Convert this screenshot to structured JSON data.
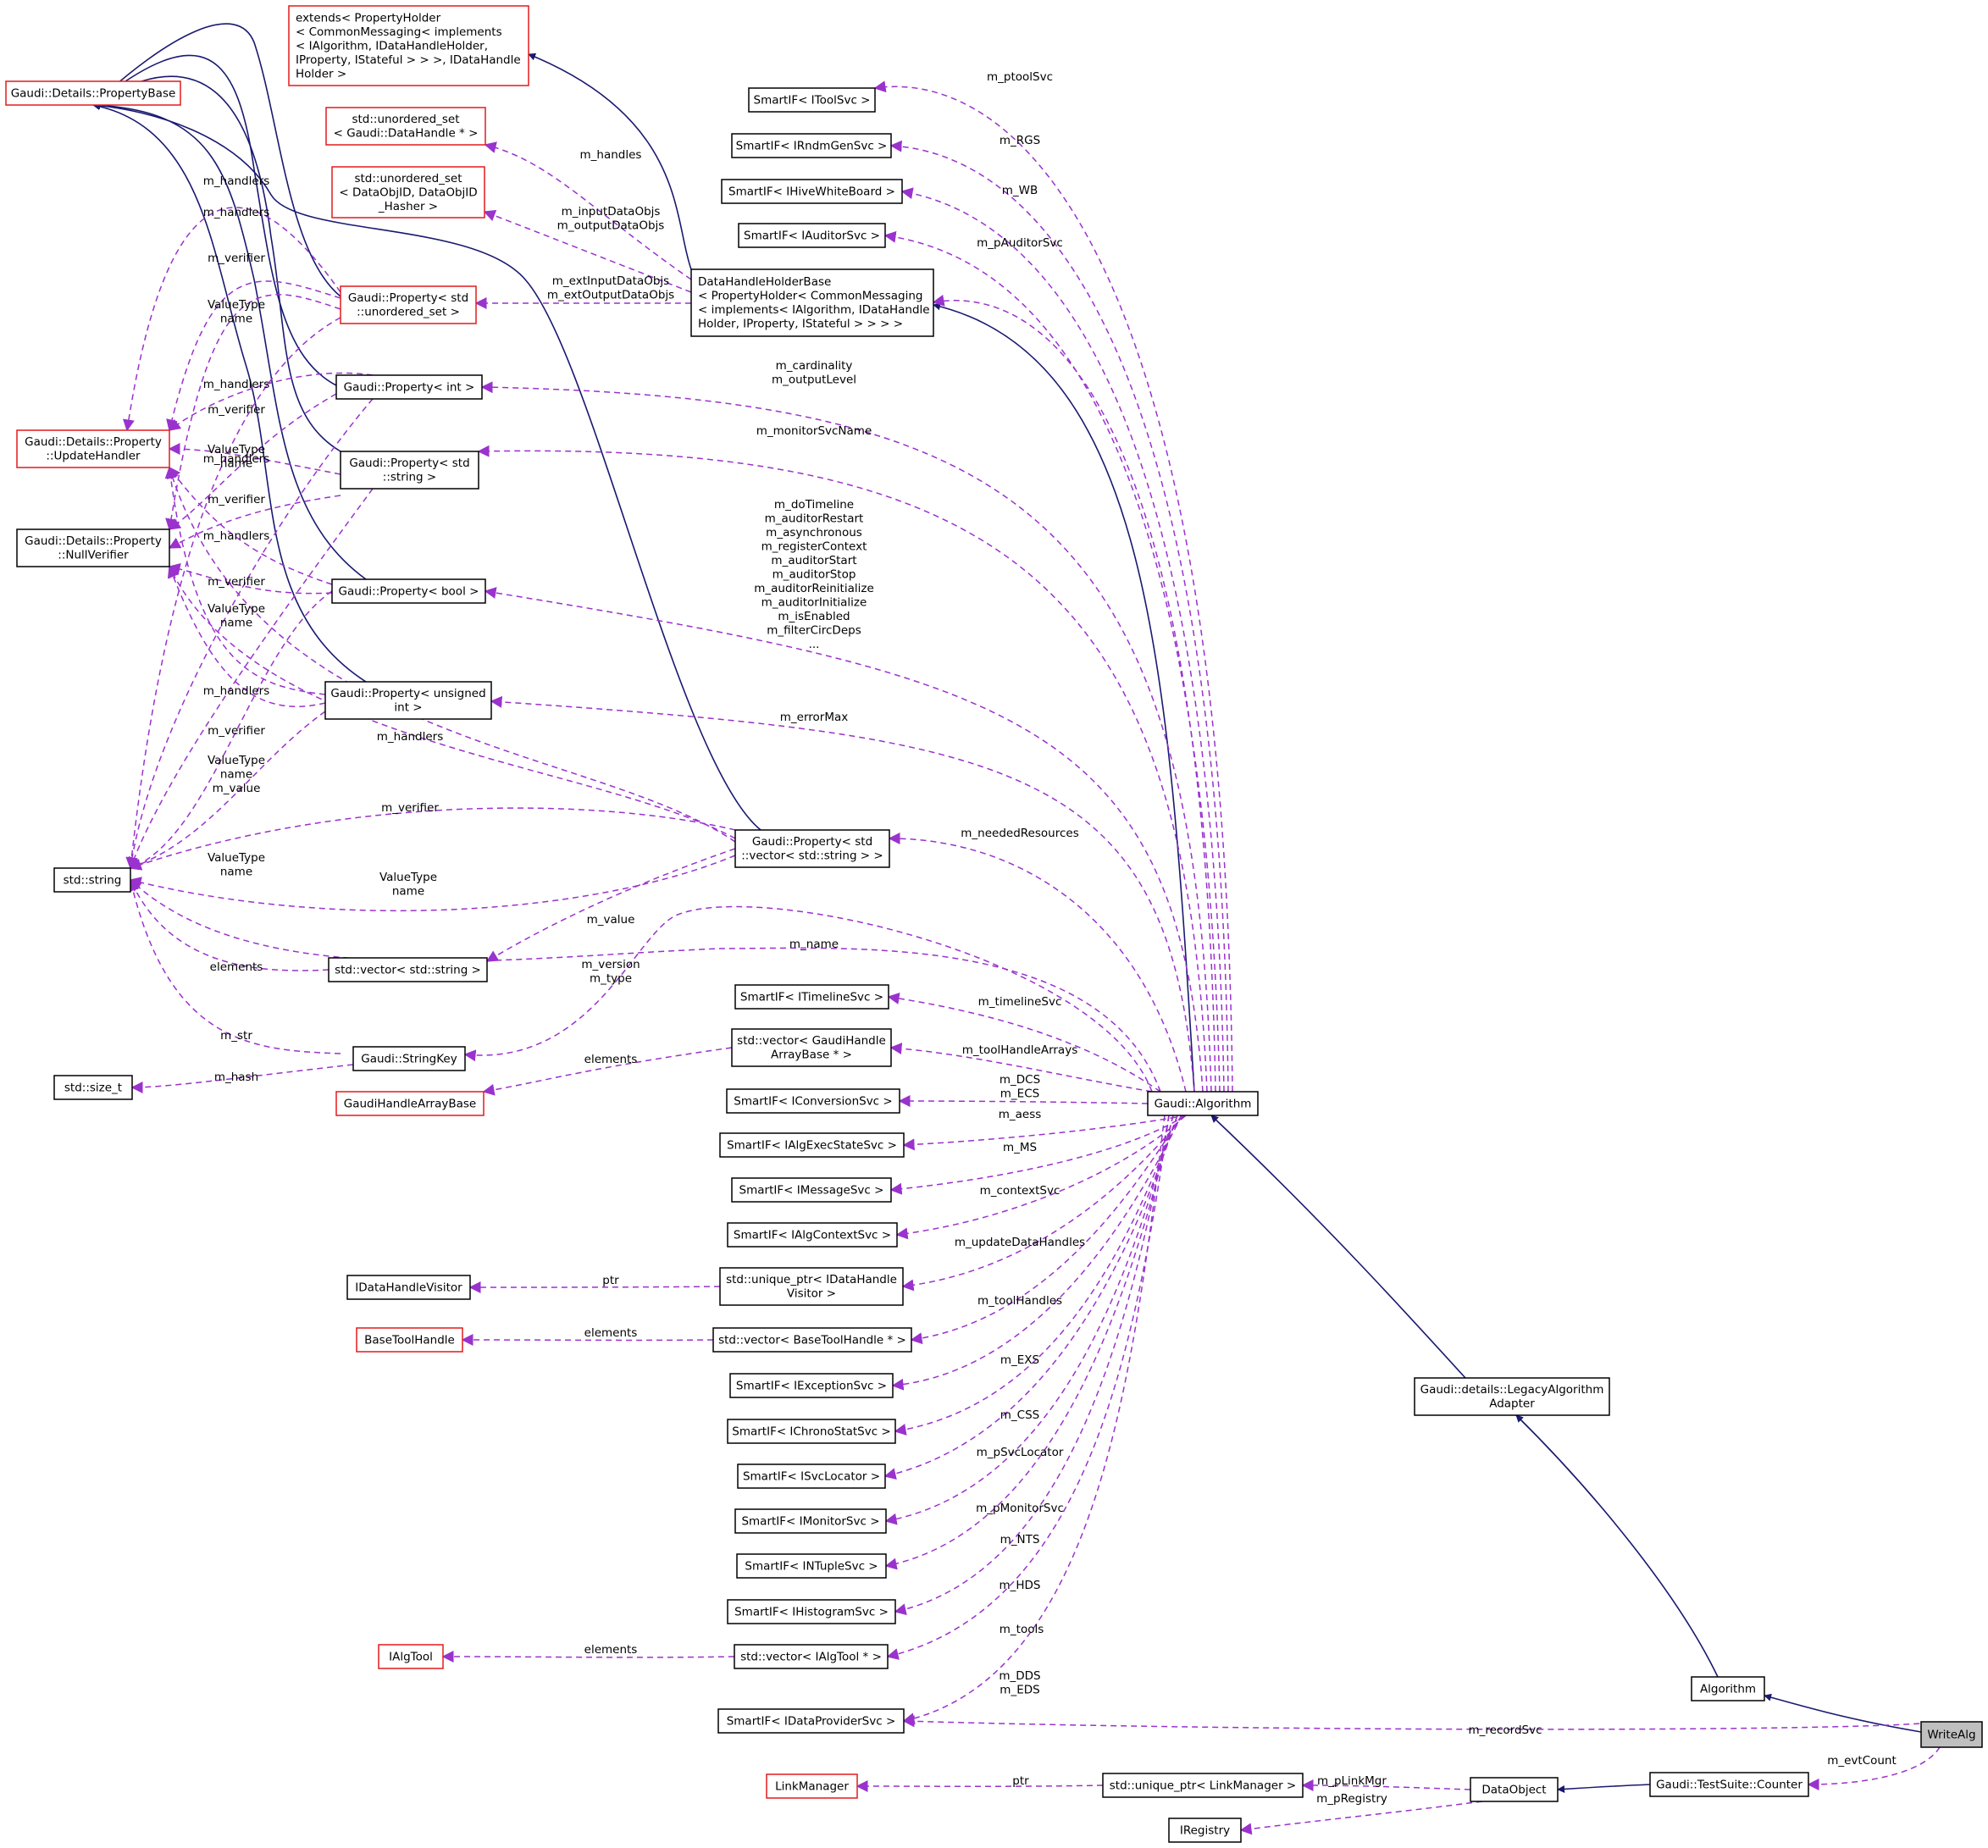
{
  "nodes": {
    "write_alg": [
      "WriteAlg"
    ],
    "algorithm": [
      "Algorithm"
    ],
    "legacy_adapter": [
      "Gaudi::details::LegacyAlgorithm",
      "Adapter"
    ],
    "gaudi_algorithm": [
      "Gaudi::Algorithm"
    ],
    "counter": [
      "Gaudi::TestSuite::Counter"
    ],
    "data_object": [
      "DataObject"
    ],
    "unique_ptr_linkmanager": [
      "std::unique_ptr< LinkManager >"
    ],
    "link_manager": [
      "LinkManager"
    ],
    "iregistry": [
      "IRegistry"
    ],
    "dataproviders": [
      "SmartIF< IDataProviderSvc >"
    ],
    "vector_ialgtool": [
      "std::vector< IAlgTool * >"
    ],
    "ialgtool": [
      "IAlgTool"
    ],
    "histogram_svc": [
      "SmartIF< IHistogramSvc >"
    ],
    "ntuple_svc": [
      "SmartIF< INTupleSvc >"
    ],
    "monitor_svc": [
      "SmartIF< IMonitorSvc >"
    ],
    "svc_locator": [
      "SmartIF< ISvcLocator >"
    ],
    "chrono_svc": [
      "SmartIF< IChronoStatSvc >"
    ],
    "exception_svc": [
      "SmartIF< IExceptionSvc >"
    ],
    "vector_basetoolhandle": [
      "std::vector< BaseToolHandle * >"
    ],
    "basetoolhandle": [
      "BaseToolHandle"
    ],
    "unique_ptr_visitor": [
      "std::unique_ptr< IDataHandle",
      "Visitor >"
    ],
    "idatahandlevisitor": [
      "IDataHandleVisitor"
    ],
    "algcontext_svc": [
      "SmartIF< IAlgContextSvc >"
    ],
    "message_svc": [
      "SmartIF< IMessageSvc >"
    ],
    "algexecstate_svc": [
      "SmartIF< IAlgExecStateSvc >"
    ],
    "conversion_svc": [
      "SmartIF< IConversionSvc >"
    ],
    "vector_gaudihandlearraybase": [
      "std::vector< GaudiHandle",
      "ArrayBase * >"
    ],
    "gaudihandlearraybase": [
      "GaudiHandleArrayBase"
    ],
    "timeline_svc": [
      "SmartIF< ITimelineSvc >"
    ],
    "stringkey": [
      "Gaudi::StringKey"
    ],
    "size_t": [
      "std::size_t"
    ],
    "std_string": [
      "std::string"
    ],
    "vector_string": [
      "std::vector< std::string >"
    ],
    "prop_vector_string": [
      "Gaudi::Property< std",
      "::vector< std::string > >"
    ],
    "prop_unsigned": [
      "Gaudi::Property< unsigned",
      "int >"
    ],
    "prop_bool": [
      "Gaudi::Property< bool >"
    ],
    "prop_string": [
      "Gaudi::Property< std",
      "::string >"
    ],
    "prop_int": [
      "Gaudi::Property< int >"
    ],
    "prop_unordered_set": [
      "Gaudi::Property< std",
      "::unordered_set >"
    ],
    "nullverifier": [
      "Gaudi::Details::Property",
      "::NullVerifier"
    ],
    "updatehandler": [
      "Gaudi::Details::Property",
      "::UpdateHandler"
    ],
    "propertybase": [
      "Gaudi::Details::PropertyBase"
    ],
    "datahandleholderbase": [
      "DataHandleHolderBase",
      "< PropertyHolder< CommonMessaging",
      "< implements< IAlgorithm, IDataHandle",
      "Holder, IProperty, IStateful > > > >"
    ],
    "extends_propertyholder": [
      "extends< PropertyHolder",
      "< CommonMessaging< implements",
      "< IAlgorithm, IDataHandleHolder,",
      " IProperty, IStateful > > >, IDataHandle",
      "Holder >"
    ],
    "unordered_set_datahandle": [
      "std::unordered_set",
      "< Gaudi::DataHandle * >"
    ],
    "unordered_set_dataobjid": [
      "std::unordered_set",
      "< DataObjID, DataObjID",
      "_Hasher >"
    ],
    "auditor_svc": [
      "SmartIF< IAuditorSvc >"
    ],
    "hivewhiteboard": [
      "SmartIF< IHiveWhiteBoard >"
    ],
    "rndmgen_svc": [
      "SmartIF< IRndmGenSvc >"
    ],
    "tool_svc": [
      "SmartIF< IToolSvc >"
    ]
  },
  "edge_labels": {
    "m_recordSvc": [
      "m_recordSvc"
    ],
    "m_evtCount": [
      "m_evtCount"
    ],
    "m_pLinkMgr": [
      "m_pLinkMgr"
    ],
    "m_pRegistry": [
      "m_pRegistry"
    ],
    "ptr_link": [
      "ptr"
    ],
    "m_DDS_EDS": [
      "m_DDS",
      "m_EDS"
    ],
    "m_tools": [
      "m_tools"
    ],
    "elements_ialgtool": [
      "elements"
    ],
    "m_HDS": [
      "m_HDS"
    ],
    "m_NTS": [
      "m_NTS"
    ],
    "m_pMonitorSvc": [
      "m_pMonitorSvc"
    ],
    "m_pSvcLocator": [
      "m_pSvcLocator"
    ],
    "m_CSS": [
      "m_CSS"
    ],
    "m_EXS": [
      "m_EXS"
    ],
    "m_toolHandles": [
      "m_toolHandles"
    ],
    "elements_basetool": [
      "elements"
    ],
    "m_updateDataHandles": [
      "m_updateDataHandles"
    ],
    "ptr_visitor": [
      "ptr"
    ],
    "m_contextSvc": [
      "m_contextSvc"
    ],
    "m_MS": [
      "m_MS"
    ],
    "m_aess": [
      "m_aess"
    ],
    "m_DCS_ECS": [
      "m_DCS",
      "m_ECS"
    ],
    "m_toolHandleArrays": [
      "m_toolHandleArrays"
    ],
    "elements_gaudihandle": [
      "elements"
    ],
    "m_timelineSvc": [
      "m_timelineSvc"
    ],
    "m_name": [
      "m_name"
    ],
    "m_version_type": [
      "m_version",
      "m_type"
    ],
    "m_str": [
      "m_str"
    ],
    "m_hash": [
      "m_hash"
    ],
    "elements_string": [
      "elements"
    ],
    "m_value_vec": [
      "m_value"
    ],
    "m_neededResources": [
      "m_neededResources"
    ],
    "m_errorMax": [
      "m_errorMax"
    ],
    "bool_props": [
      "m_doTimeline",
      "m_auditorRestart",
      "m_asynchronous",
      "m_registerContext",
      "m_auditorStart",
      "m_auditorStop",
      "m_auditorReinitialize",
      "m_auditorInitialize",
      "m_isEnabled",
      "m_filterCircDeps",
      "..."
    ],
    "m_monitorSvcName": [
      "m_monitorSvcName"
    ],
    "m_cardinality": [
      "m_cardinality",
      "m_outputLevel"
    ],
    "m_extData": [
      "m_extInputDataObjs",
      "m_extOutputDataObjs"
    ],
    "m_inputData": [
      "m_inputDataObjs",
      "m_outputDataObjs"
    ],
    "m_handles": [
      "m_handles"
    ],
    "m_pAuditorSvc": [
      "m_pAuditorSvc"
    ],
    "m_WB": [
      "m_WB"
    ],
    "m_RGS": [
      "m_RGS"
    ],
    "m_ptoolSvc": [
      "m_ptoolSvc"
    ],
    "vt_name_vec": [
      "ValueType",
      "name"
    ],
    "m_verifier_vec": [
      "m_verifier"
    ],
    "m_handlers_vec": [
      "m_handlers"
    ],
    "vt_name_unsigned": [
      "ValueType",
      "name"
    ],
    "m_verifier_unsigned": [
      "m_verifier"
    ],
    "m_handlers_unsigned": [
      "m_handlers"
    ],
    "vt_name_value_bool": [
      "ValueType",
      "name",
      "m_value"
    ],
    "m_verifier_bool": [
      "m_verifier"
    ],
    "m_handlers_bool": [
      "m_handlers"
    ],
    "vt_name_string": [
      "ValueType",
      "name"
    ],
    "m_verifier_string": [
      "m_verifier"
    ],
    "m_handlers_string": [
      "m_handlers"
    ],
    "vt_name_int": [
      "ValueType",
      "name"
    ],
    "m_verifier_int": [
      "m_verifier"
    ],
    "m_handlers_int": [
      "m_handlers"
    ],
    "vt_name_uset": [
      "ValueType",
      "name"
    ],
    "m_verifier_uset": [
      "m_verifier"
    ],
    "m_handlers_uset": [
      "m_handlers"
    ],
    "m_handlers_uset2": [
      "m_handlers"
    ]
  },
  "colors": {
    "inheritance": "#191970",
    "usage": "#9a32cd",
    "incomplete_border": "#e31a1c",
    "node_border": "#000000",
    "highlight_fill": "#bfbfbf"
  }
}
